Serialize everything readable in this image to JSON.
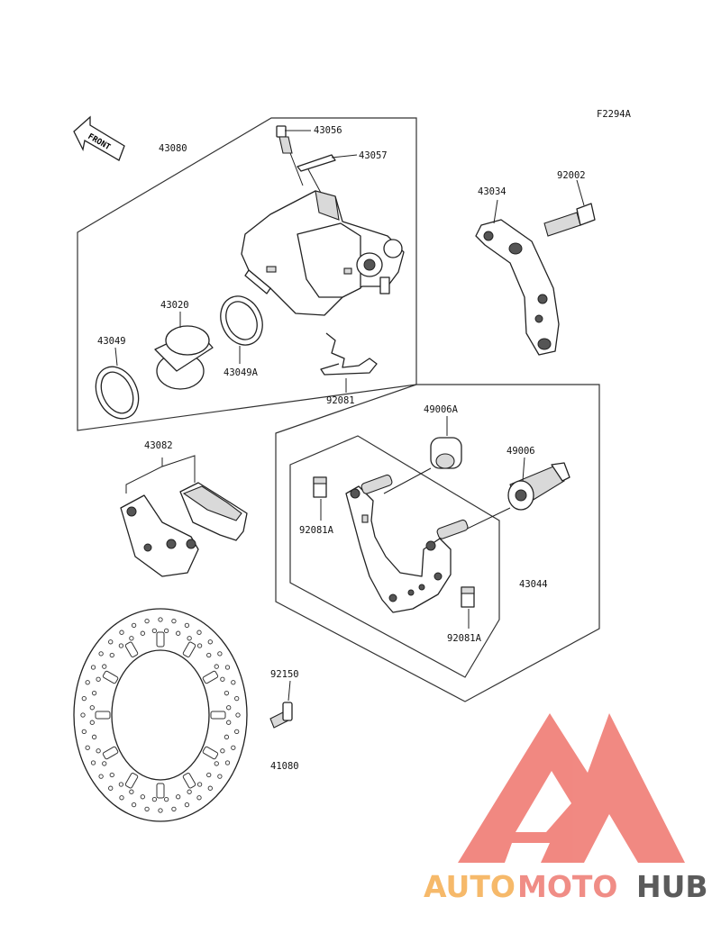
{
  "figure_code": "F2294A",
  "front_arrow_text": "FRONT",
  "parts": {
    "p43056": "43056",
    "p43057": "43057",
    "p43080": "43080",
    "p43034": "43034",
    "p92002": "92002",
    "p43020": "43020",
    "p43049": "43049",
    "p43049A": "43049A",
    "p92081": "92081",
    "p43082": "43082",
    "p49006A": "49006A",
    "p49006": "49006",
    "p92081A_1": "92081A",
    "p92081A_2": "92081A",
    "p43044": "43044",
    "p92150": "92150",
    "p41080": "41080"
  },
  "watermark": {
    "word1": "AUTO",
    "word2": "MOTO",
    "word3": "HUB",
    "color_auto": "#f6b96a",
    "color_moto": "#f08d86",
    "color_hub": "#5b5b5b",
    "logo_color": "#f07c74"
  }
}
